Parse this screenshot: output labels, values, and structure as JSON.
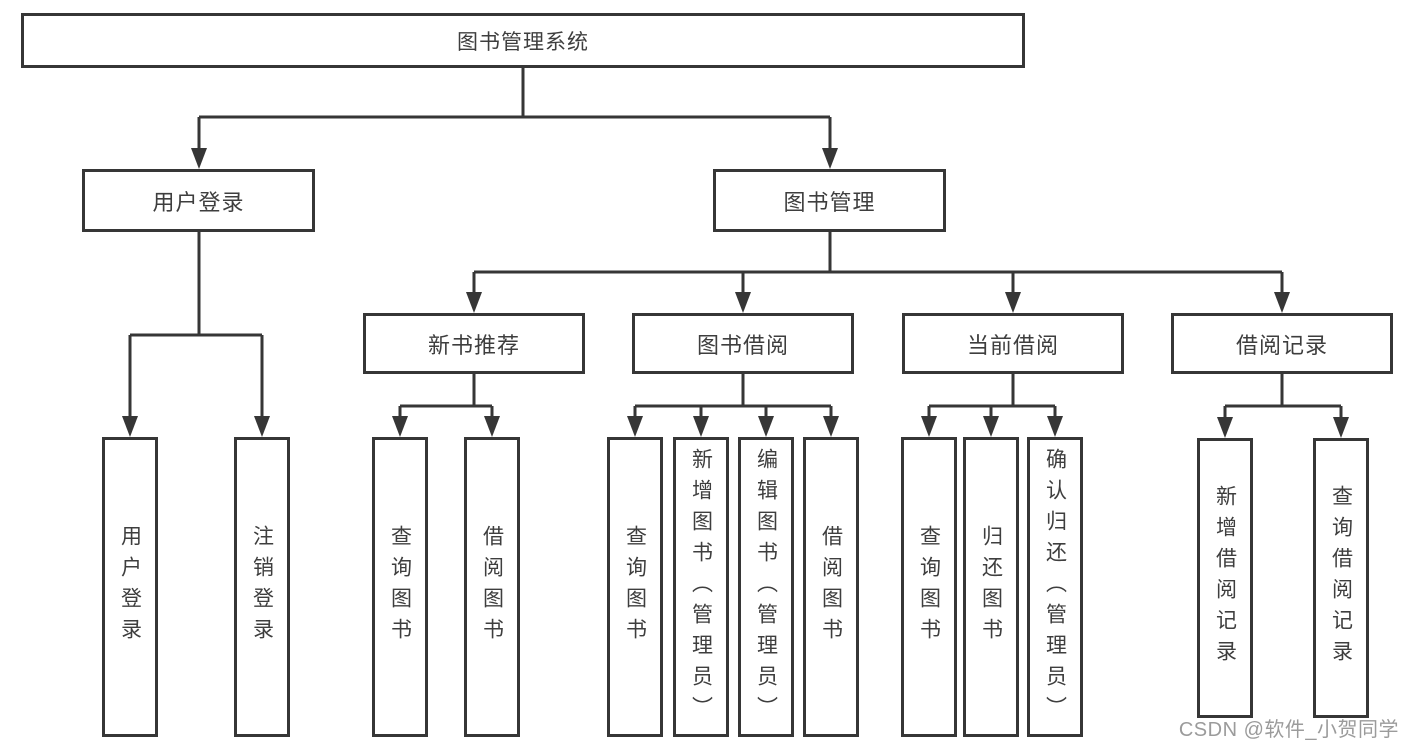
{
  "diagram": {
    "title": "图书管理系统",
    "branches": [
      {
        "label": "用户登录",
        "children": [
          "用户登录",
          "注销登录"
        ]
      },
      {
        "label": "图书管理",
        "sections": [
          {
            "label": "新书推荐",
            "children": [
              "查询图书",
              "借阅图书"
            ]
          },
          {
            "label": "图书借阅",
            "children": [
              "查询图书",
              "新增图书（管理员）",
              "编辑图书（管理员）",
              "借阅图书"
            ]
          },
          {
            "label": "当前借阅",
            "children": [
              "查询图书",
              "归还图书",
              "确认归还（管理员）"
            ]
          },
          {
            "label": "借阅记录",
            "children": [
              "新增借阅记录",
              "查询借阅记录"
            ]
          }
        ]
      }
    ]
  },
  "watermark": {
    "text": "CSDN @软件_小贺同学",
    "color": "#9b9b9b"
  },
  "colors": {
    "line": "#363636",
    "text": "#3e3e3e",
    "background": "#ffffff"
  }
}
